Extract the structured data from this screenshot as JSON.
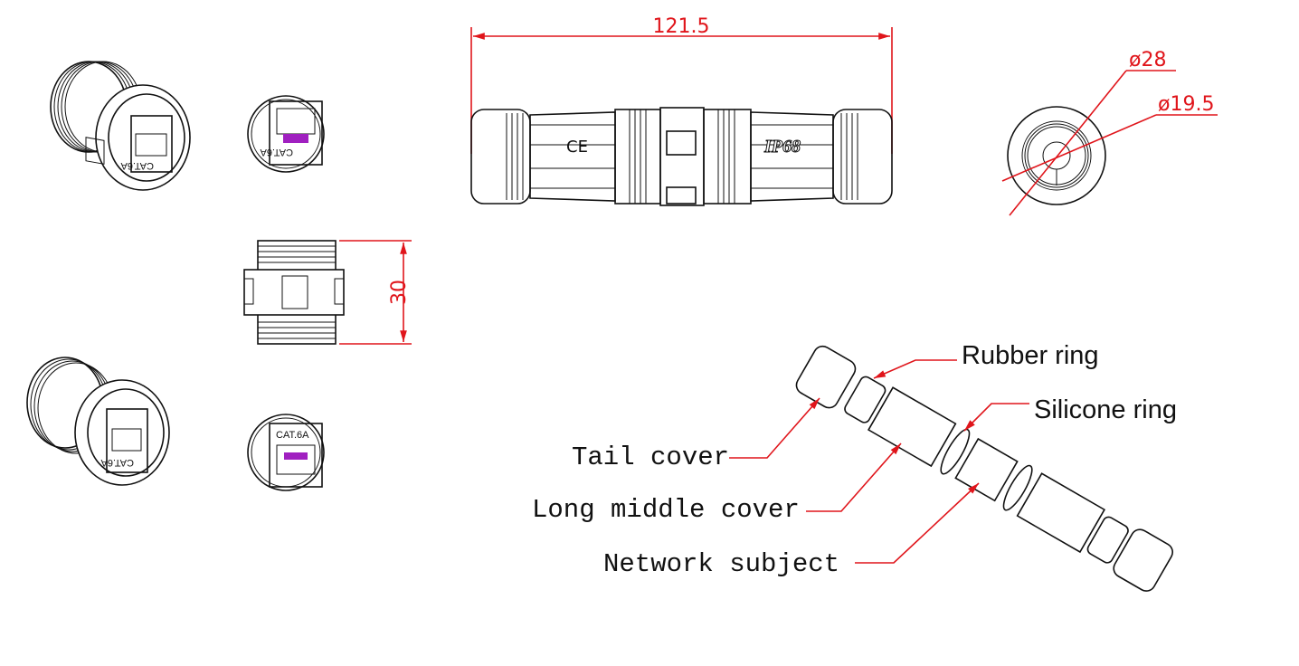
{
  "dimensions": {
    "length": "121.5",
    "outer_diameter": "ø28",
    "inner_diameter": "ø19.5",
    "height": "30"
  },
  "markings": {
    "ce": "CE",
    "ip_rating": "IP68",
    "jack_label": "CAT.6A"
  },
  "callouts": {
    "rubber_ring": "Rubber ring",
    "silicone_ring": "Silicone ring",
    "tail_cover": "Tail cover",
    "long_middle_cover": "Long middle cover",
    "network_subject": "Network subject"
  },
  "colors": {
    "dimension": "#e0151b",
    "outline": "#111111",
    "contacts": "#a020c0"
  }
}
